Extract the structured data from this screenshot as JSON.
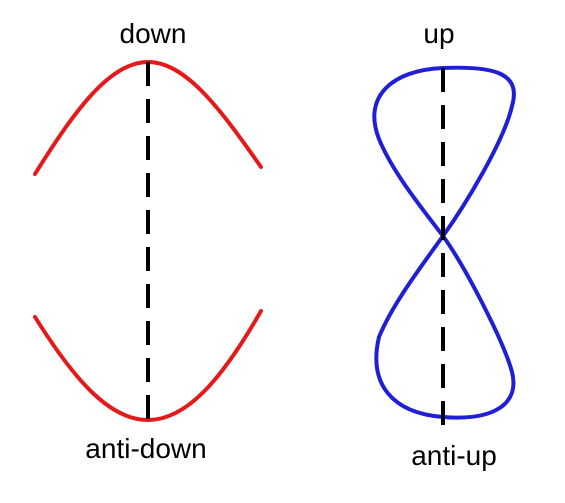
{
  "labels": {
    "down": "down",
    "anti_down": "anti-down",
    "up": "up",
    "anti_up": "anti-up"
  },
  "colors": {
    "left_curves": "#e41a1a",
    "right_curve": "#1f1fd6",
    "axis_lines": "#000000"
  }
}
